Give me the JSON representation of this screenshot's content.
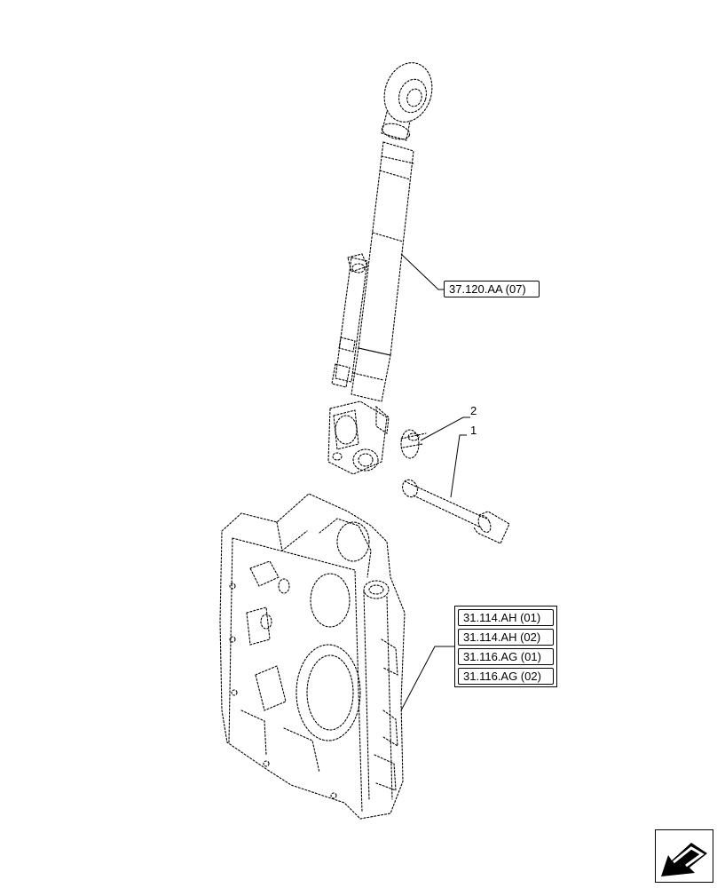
{
  "callouts": {
    "part_1": "1",
    "part_2": "2"
  },
  "references": {
    "top_link": "37.120.AA (07)",
    "housing": [
      "31.114.AH (01)",
      "31.114.AH (02)",
      "31.116.AG (01)",
      "31.116.AG (02)"
    ]
  },
  "nav": {
    "icon": "next-page-arrow-icon"
  }
}
